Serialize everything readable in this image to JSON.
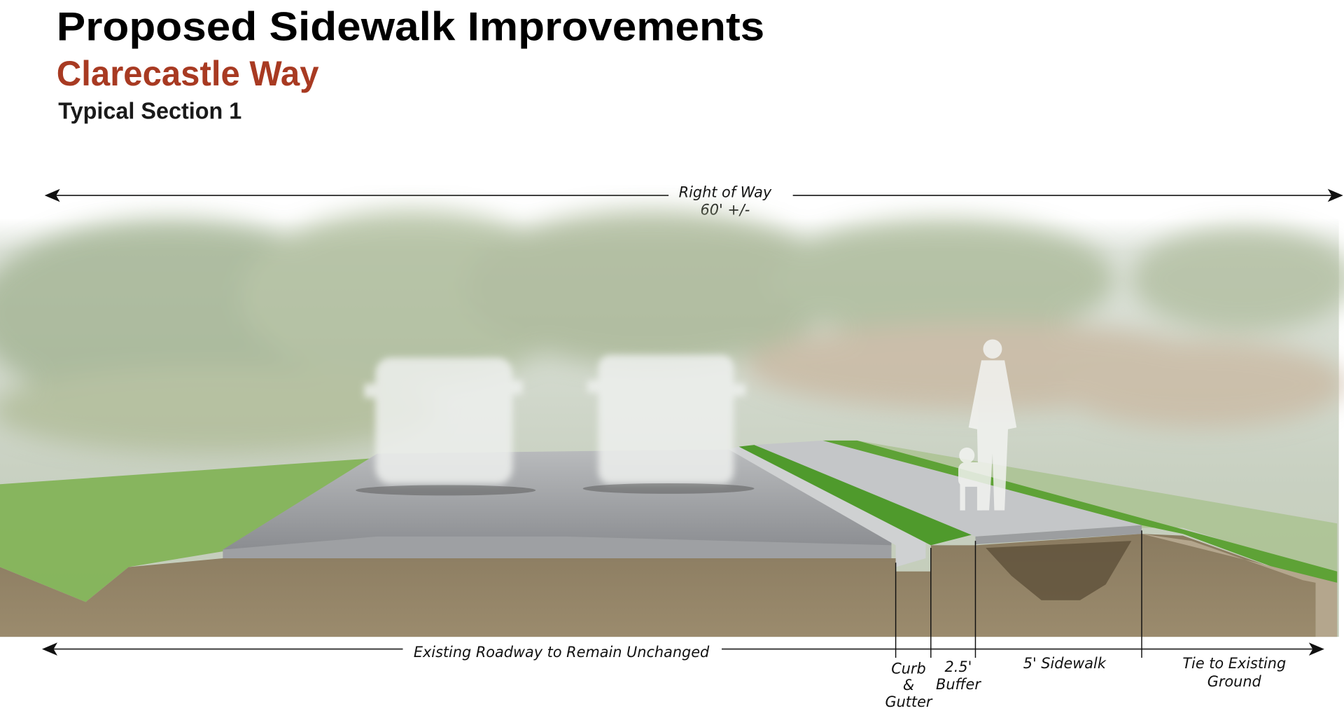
{
  "header": {
    "title": "Proposed Sidewalk Improvements",
    "subtitle": "Clarecastle Way",
    "section": "Typical Section 1"
  },
  "colors": {
    "title": "#000000",
    "subtitle": "#a83a22",
    "grass": "#5a9a32",
    "soil": "#8c7c5f",
    "pavement": "#8e9094",
    "sidewalk": "#c4c6c8"
  },
  "dimensions": {
    "right_of_way_line1": "Right of Way",
    "right_of_way_line2": "60' +/-",
    "existing_roadway": "Existing Roadway to Remain Unchanged",
    "curb_line1": "Curb",
    "curb_line2": "&",
    "curb_line3": "Gutter",
    "buffer_line1": "2.5'",
    "buffer_line2": "Buffer",
    "sidewalk": "5' Sidewalk",
    "tie_line1": "Tie to Existing",
    "tie_line2": "Ground"
  }
}
